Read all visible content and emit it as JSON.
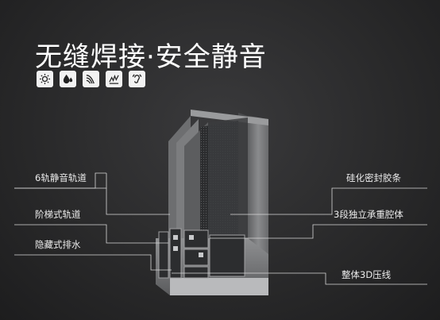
{
  "title": "无缝焊接·安全静音",
  "feature_icons": [
    "sun-icon",
    "water-drop-icon",
    "wind-icon",
    "sound-wave-icon",
    "ear-icon"
  ],
  "left_labels": [
    "6轨静音轨道",
    "阶梯式轨道",
    "隐藏式排水"
  ],
  "right_labels": [
    "硅化密封胶条",
    "3段独立承重腔体",
    "整体3D压线"
  ],
  "colors": {
    "background": "#2a2a2b",
    "text": "#ffffff",
    "line": "#d8d8d8",
    "frame": "#7a7a7c"
  }
}
